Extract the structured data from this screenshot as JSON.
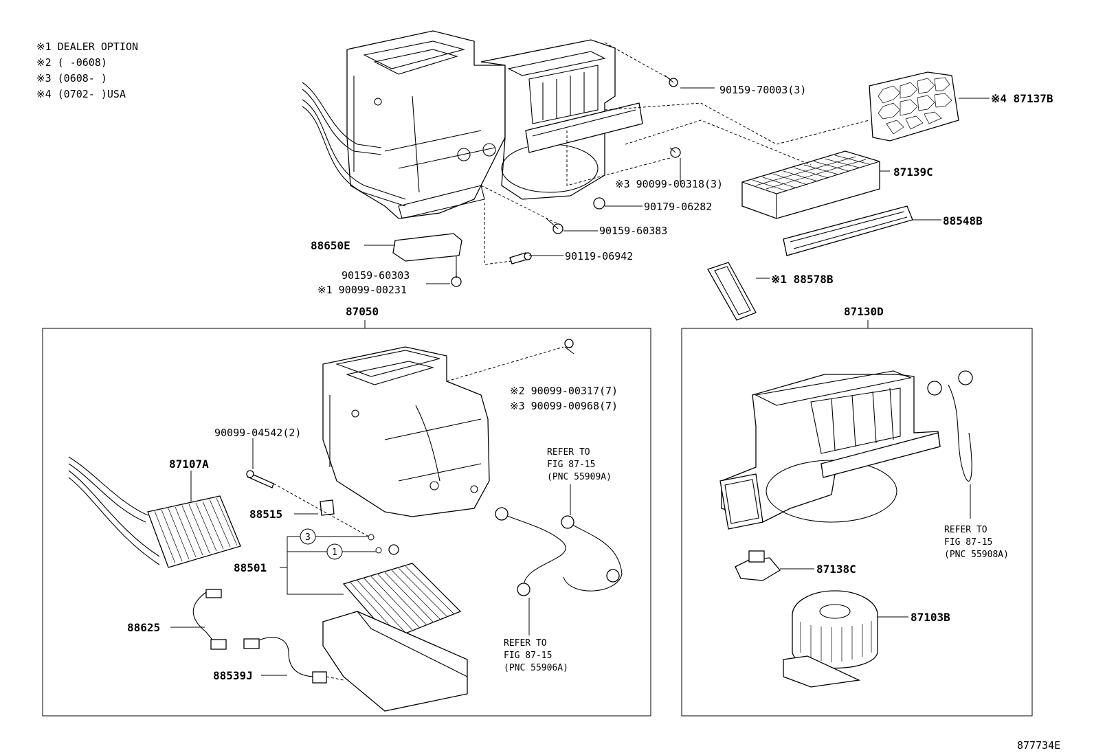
{
  "notes": [
    "※1 DEALER OPTION",
    "※2 (     -0608)",
    "※3 (0608-     )",
    "※4 (0702-     )USA"
  ],
  "labels": {
    "p90159_70003": "90159-70003(3)",
    "p87137B": "※4 87137B",
    "p87139C": "87139C",
    "p90099_00318": "※3 90099-00318(3)",
    "p90179_06282": "90179-06282",
    "p88548B": "88548B",
    "p90159_60383": "90159-60383",
    "p88650E": "88650E",
    "p90119_06942": "90119-06942",
    "p90159_60303": "90159-60303",
    "p90099_00231": "※1 90099-00231",
    "p88578B": "※1 88578B",
    "p87050": "87050",
    "p87130D": "87130D",
    "p90099_00317": "※2 90099-00317(7)",
    "p90099_00968": "※3 90099-00968(7)",
    "p90099_04542": "90099-04542(2)",
    "p87107A": "87107A",
    "p88515": "88515",
    "p88501": "88501",
    "p88625": "88625",
    "p88539J": "88539J",
    "p87138C": "87138C",
    "p87103B": "87103B",
    "circle3": "3",
    "circle1": "1",
    "diagram_id": "877734E"
  },
  "refer_notes": {
    "r1": [
      "REFER TO",
      "FIG 87-15",
      "(PNC 55909A)"
    ],
    "r2": [
      "REFER TO",
      "FIG 87-15",
      "(PNC 55906A)"
    ],
    "r3": [
      "REFER TO",
      "FIG 87-15",
      "(PNC 55908A)"
    ]
  }
}
